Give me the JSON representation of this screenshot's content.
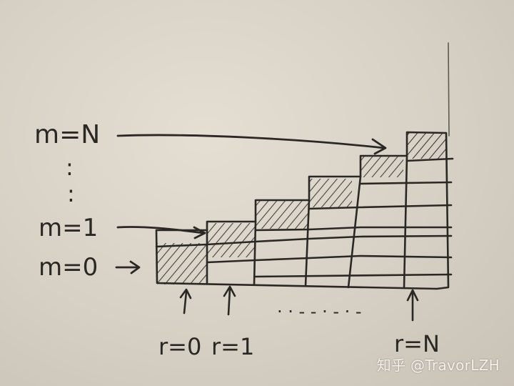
{
  "labels": {
    "m_N": "m=N",
    "dots": ":",
    "m_1": "m=1",
    "m_0": "m=0",
    "r_0": "r=0",
    "r_1": "r=1",
    "r_dots": "· · - - · - · -",
    "r_N": "r=N"
  },
  "watermark": "知乎 @TravorLZH",
  "colors": {
    "ink": "#2a2824",
    "paper": "#ddd7cc"
  }
}
